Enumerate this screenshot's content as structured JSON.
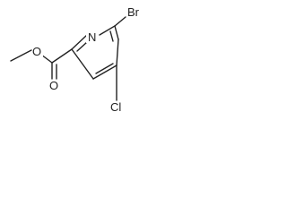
{
  "molecule": {
    "atoms": {
      "bromine": "Br",
      "ring_nitrogen": "N",
      "carbonyl_oxygen": "O",
      "ester_oxygen": "O",
      "chlorine": "Cl"
    }
  }
}
